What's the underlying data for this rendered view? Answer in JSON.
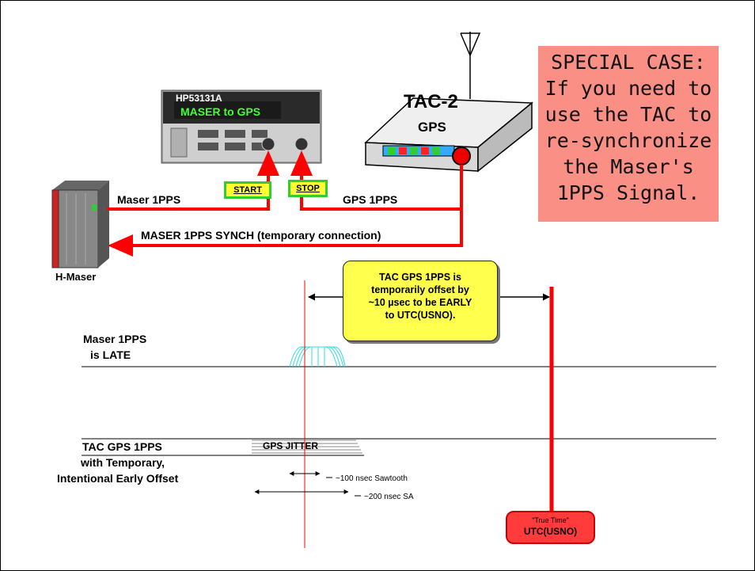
{
  "special_case": {
    "lines": [
      "SPECIAL CASE:",
      "If you need to",
      "use the TAC to",
      "re-synchronize",
      "the Maser's",
      "1PPS Signal."
    ]
  },
  "counter": {
    "model": "HP53131A",
    "display": "MASER to GPS"
  },
  "tac": {
    "title": "TAC-2",
    "gps_label": "GPS"
  },
  "tags": {
    "start": "START",
    "stop": "STOP"
  },
  "labels": {
    "maser_1pps": "Maser 1PPS",
    "gps_1pps": "GPS 1PPS",
    "synch": "MASER 1PPS SYNCH  (temporary connection)",
    "h_maser": "H-Maser"
  },
  "note": {
    "lines": [
      "TAC GPS 1PPS is",
      "temporarily offset by",
      "~10 µsec to be EARLY",
      "to UTC(USNO)."
    ]
  },
  "timing": {
    "maser_late": [
      "Maser 1PPS",
      "is LATE"
    ],
    "tac_gps": [
      "TAC GPS 1PPS",
      "with Temporary,",
      "Intentional Early Offset"
    ],
    "gps_jitter": "GPS JITTER",
    "sawtooth": "~100 nsec Sawtooth",
    "sa": "~200 nsec SA"
  },
  "true_time": {
    "line1": "\"True Time\"",
    "line2": "UTC(USNO)"
  },
  "colors": {
    "signal_red": "#ff0000",
    "salmon": "#fa8f86",
    "note_yellow": "#ffff4d",
    "jitter_cyan": "#33dddd"
  }
}
